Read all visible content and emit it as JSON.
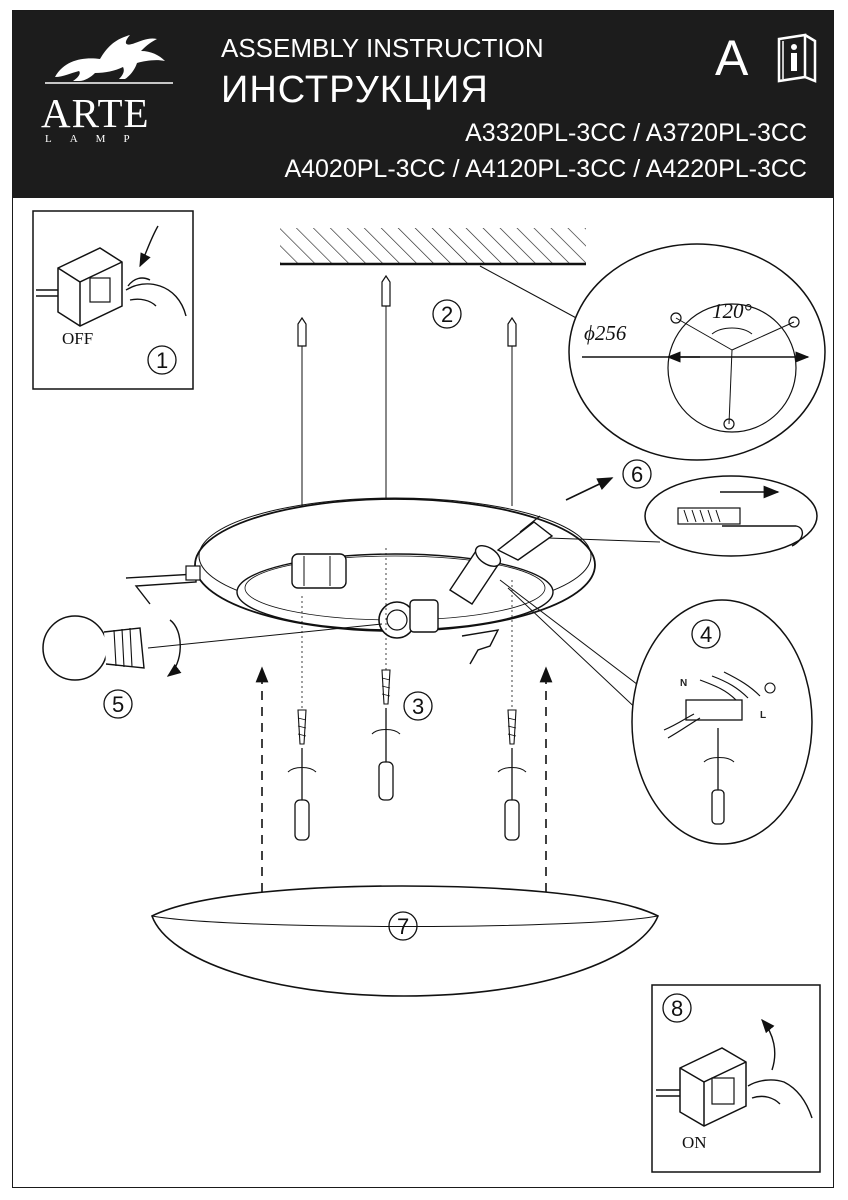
{
  "brand": {
    "name": "ARTE",
    "sub": "LAMP"
  },
  "header": {
    "title_en": "ASSEMBLY INSTRUCTION",
    "title_ru": "ИНСТРУКЦИЯ",
    "lang": "A",
    "models_line1": "A3320PL-3CC  /  A3720PL-3CC",
    "models_line2": "A4020PL-3CC  /  A4120PL-3CC  /  A4220PL-3CC"
  },
  "steps": {
    "s1": "1",
    "s2": "2",
    "s3": "3",
    "s4": "4",
    "s5": "5",
    "s6": "6",
    "s7": "7",
    "s8": "8"
  },
  "switch_off_label": "OFF",
  "switch_on_label": "ON",
  "dimensions": {
    "diameter": "ϕ256",
    "angle": "120°"
  },
  "wiring": {
    "neutral": "N",
    "live": "L"
  }
}
